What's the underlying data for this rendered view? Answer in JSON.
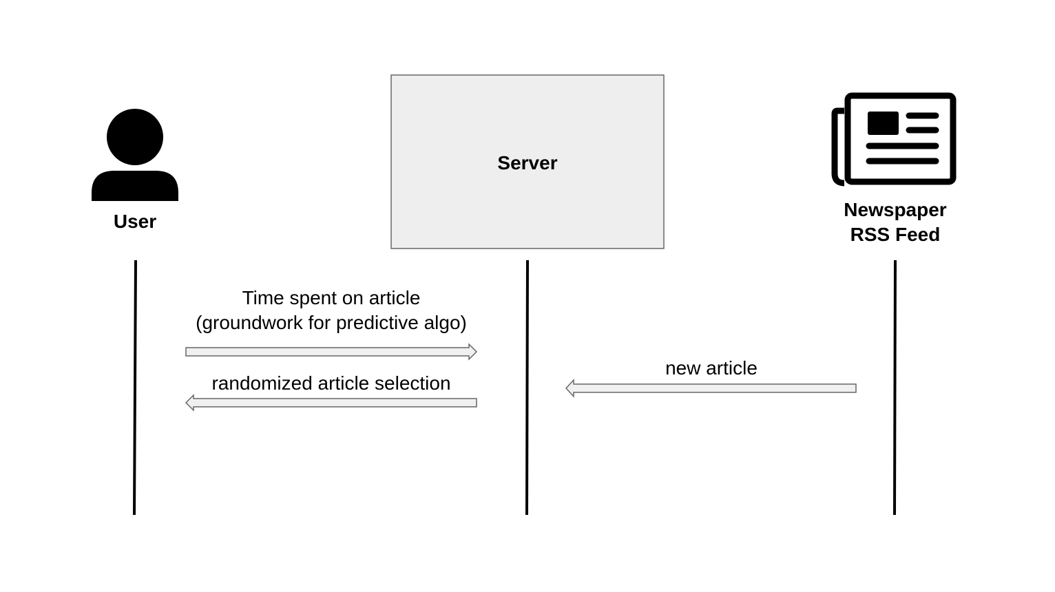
{
  "actors": {
    "user": {
      "label": "User",
      "icon": "user-icon"
    },
    "server": {
      "label": "Server"
    },
    "feed": {
      "label_line1": "Newspaper",
      "label_line2": "RSS Feed",
      "icon": "newspaper-icon"
    }
  },
  "messages": {
    "time_spent": {
      "line1": "Time spent on article",
      "line2": "(groundwork for predictive algo)"
    },
    "random_selection": {
      "label": "randomized article selection"
    },
    "new_article": {
      "label": "new article"
    }
  },
  "colors": {
    "server_fill": "#eeeeee",
    "arrow_fill": "#f0f0f0",
    "stroke": "#666666",
    "ink": "#000000"
  }
}
